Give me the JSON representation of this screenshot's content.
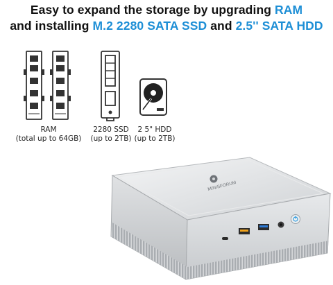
{
  "headline": {
    "line1_prefix": "Easy to expand the storage by upgrading ",
    "line1_highlight": "RAM",
    "line2_prefix": "and installing ",
    "line2_highlight1": "M.2 2280 SATA SSD",
    "line2_mid": " and ",
    "line2_highlight2": "2.5'' SATA HDD"
  },
  "items": [
    {
      "title": "RAM",
      "detail": "(total up to 64GB)",
      "icon": "ram-sticks-icon"
    },
    {
      "title": "2280 SSD",
      "detail": "(up to 2TB)",
      "icon": "m2-ssd-icon"
    },
    {
      "title": "2 5\" HDD",
      "detail": "(up to 2TB)",
      "icon": "hard-drive-icon"
    }
  ],
  "device": {
    "brand": "MINISFORUM"
  },
  "colors": {
    "highlight": "#1e8fd6",
    "text": "#111111",
    "device_body": "#d9dcde",
    "usb3_port": "#2d7ad6",
    "usb2_port": "#f0a21c"
  }
}
